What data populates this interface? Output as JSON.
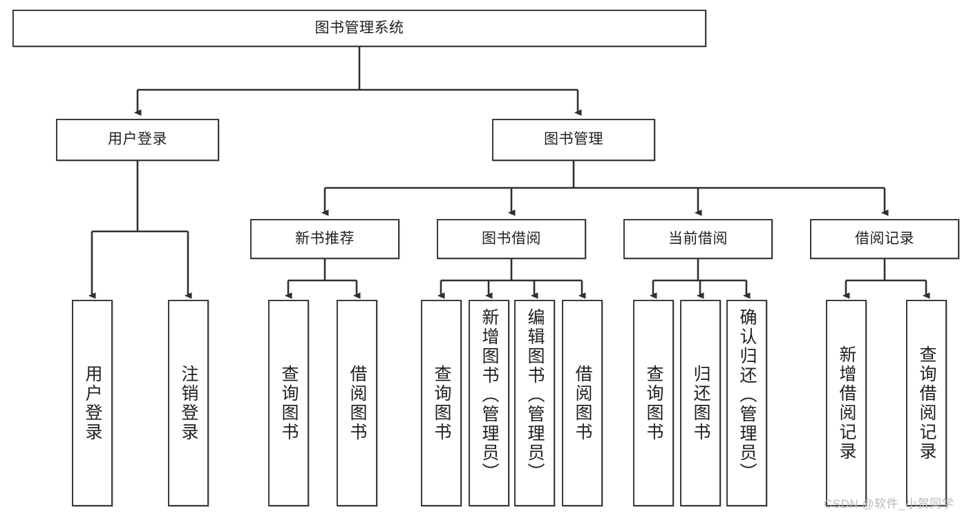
{
  "diagram": {
    "type": "tree",
    "title": "图书管理系统",
    "root": {
      "label": "图书管理系统"
    },
    "level2": [
      {
        "label": "用户登录"
      },
      {
        "label": "图书管理"
      }
    ],
    "level3": [
      {
        "label": "新书推荐"
      },
      {
        "label": "图书借阅"
      },
      {
        "label": "当前借阅"
      },
      {
        "label": "借阅记录"
      }
    ],
    "leaves": {
      "user_login": [
        {
          "label": "用户登录"
        },
        {
          "label": "注销登录"
        }
      ],
      "new_book_recommend": [
        {
          "label": "查询图书"
        },
        {
          "label": "借阅图书"
        }
      ],
      "book_borrow": [
        {
          "label": "查询图书"
        },
        {
          "label": "新增图书（管理员）"
        },
        {
          "label": "编辑图书（管理员）"
        },
        {
          "label": "借阅图书"
        }
      ],
      "current_borrow": [
        {
          "label": "查询图书"
        },
        {
          "label": "归还图书"
        },
        {
          "label": "确认归还（管理员）"
        }
      ],
      "borrow_record": [
        {
          "label": "新增借阅记录"
        },
        {
          "label": "查询借阅记录"
        }
      ]
    }
  },
  "watermark": {
    "text": "CSDN @软件_小贺同学"
  },
  "colors": {
    "stroke": "#3b3b3b",
    "box_fill": "#ffffff",
    "text": "#1f1f1f",
    "watermark": "#b9b9b9"
  }
}
